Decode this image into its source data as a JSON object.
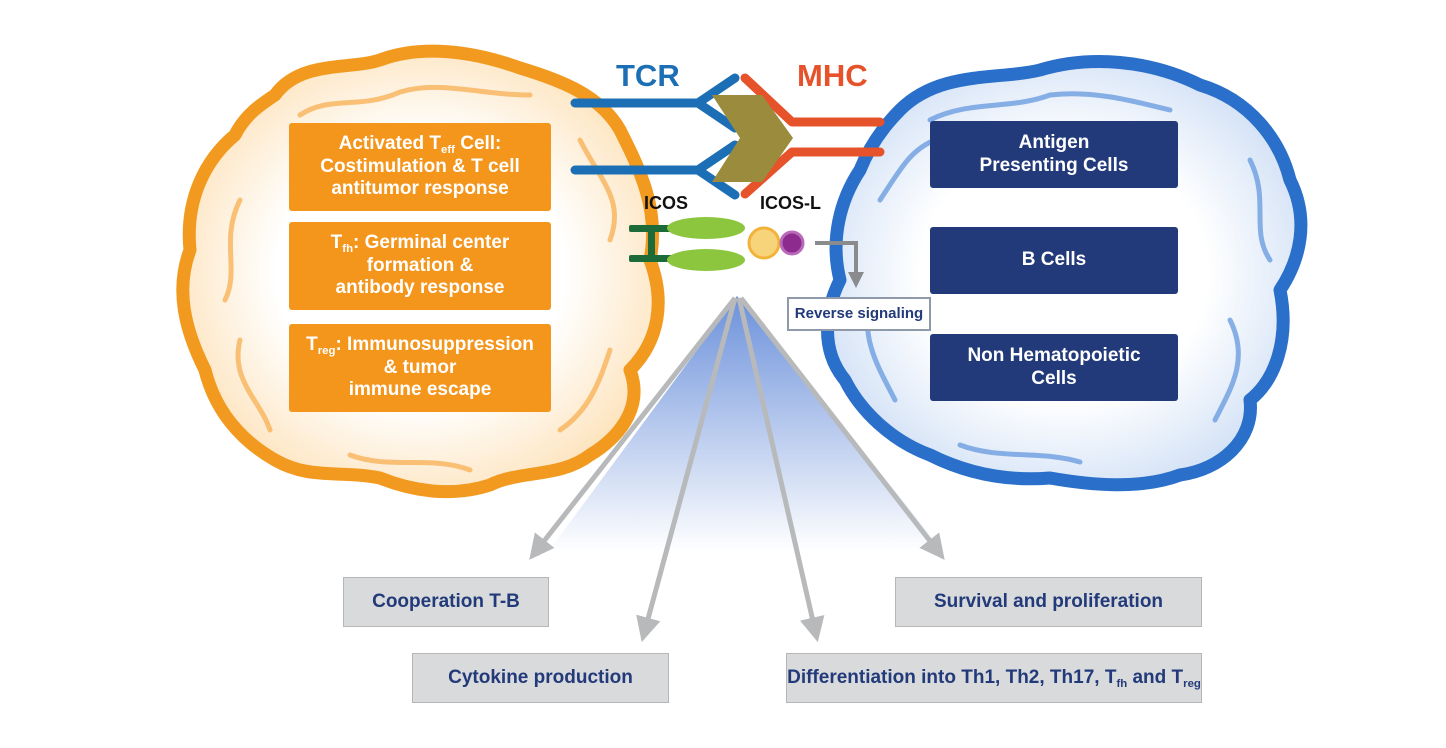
{
  "colors": {
    "orange": "#f4951c",
    "navy": "#223a7a",
    "tcr_blue": "#1d6fb5",
    "mhc_red": "#e6532b",
    "grey_box": "#d9dadc",
    "icos_green": "#8cc63f",
    "icos_stem": "#1e6b3a",
    "olive": "#9b8b3d",
    "purple": "#8e2b8f",
    "yellow": "#f7d37a"
  },
  "labels": {
    "tcr": "TCR",
    "mhc": "MHC",
    "icos": "ICOS",
    "icos_l": "ICOS-L",
    "reverse_signaling": "Reverse signaling"
  },
  "t_cell_boxes": {
    "teff": {
      "pre": "Activated T",
      "sub": "eff",
      "post": " Cell:",
      "line2": "Costimulation & T cell",
      "line3": "antitumor response"
    },
    "tfh": {
      "pre": "T",
      "sub": "fh",
      "post": ": Germinal center",
      "line2": "formation &",
      "line3": "antibody response"
    },
    "treg": {
      "pre": "T",
      "sub": "reg",
      "post": ": Immunosuppression",
      "line2": "& tumor",
      "line3": "immune escape"
    }
  },
  "apc_boxes": {
    "apc": {
      "line1": "Antigen",
      "line2": "Presenting Cells"
    },
    "bcells": {
      "line1": "B Cells"
    },
    "nonhem": {
      "line1": "Non Hematopoietic",
      "line2": "Cells"
    }
  },
  "outcomes": {
    "coop": "Cooperation T-B",
    "cytokine": "Cytokine production",
    "survival": "Survival and proliferation",
    "diff": {
      "pre": "Differentiation into Th1, Th2, Th17, T",
      "sub1": "fh",
      "mid": " and T",
      "sub2": "reg"
    }
  }
}
